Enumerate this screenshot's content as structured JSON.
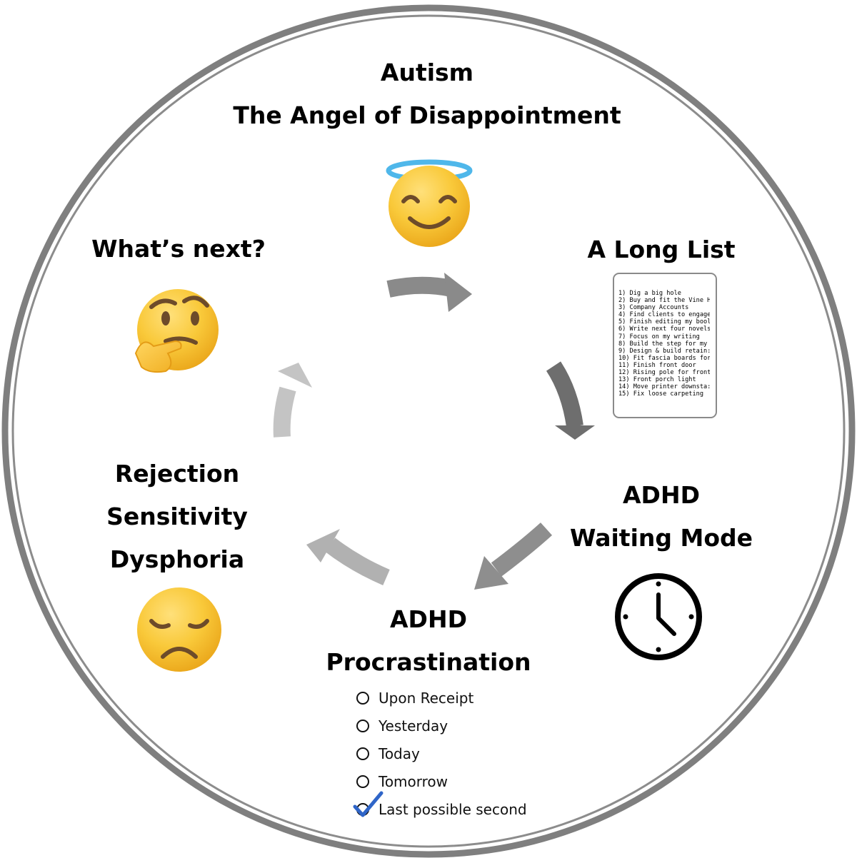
{
  "nodes": {
    "autism": {
      "line1": "Autism",
      "line2": "The Angel of Disappointment"
    },
    "long_list": {
      "title": "A Long List",
      "items": [
        "1) Dig a big hole",
        "2) Buy and fit the Vine H",
        "3) Company Accounts",
        "4) Find clients to engage",
        "5) Finish editing my bool",
        "6) Write next four novels",
        "7) Focus on my writing",
        "8) Build the step for my",
        "9) Design & build retain:",
        "10) Fit fascia boards for",
        "11) Finish front door",
        "12) Rising pole for front",
        "13) Front porch light",
        "14) Move printer downsta:",
        "15) Fix loose carpeting"
      ]
    },
    "waiting": {
      "line1": "ADHD",
      "line2": "Waiting Mode"
    },
    "procrastination": {
      "line1": "ADHD",
      "line2": "Procrastination",
      "options": [
        {
          "label": "Upon Receipt",
          "checked": false
        },
        {
          "label": "Yesterday",
          "checked": false
        },
        {
          "label": "Today",
          "checked": false
        },
        {
          "label": "Tomorrow",
          "checked": false
        },
        {
          "label": "Last possible second",
          "checked": true
        }
      ]
    },
    "rsd": {
      "line1": "Rejection",
      "line2": "Sensitivity",
      "line3": "Dysphoria"
    },
    "whats_next": {
      "title": "What’s next?"
    }
  },
  "icons": {
    "autism": "smiling-face-with-halo-icon",
    "waiting": "clock-icon",
    "rsd": "disappointed-face-icon",
    "whats_next": "thinking-face-icon",
    "checked": "check-mark-icon"
  },
  "colors": {
    "ring": "#7f7f7f",
    "emoji_face": "#f7c233",
    "emoji_feature": "#6d4b2a",
    "halo": "#4fb7ea",
    "check": "#2f65c8"
  }
}
